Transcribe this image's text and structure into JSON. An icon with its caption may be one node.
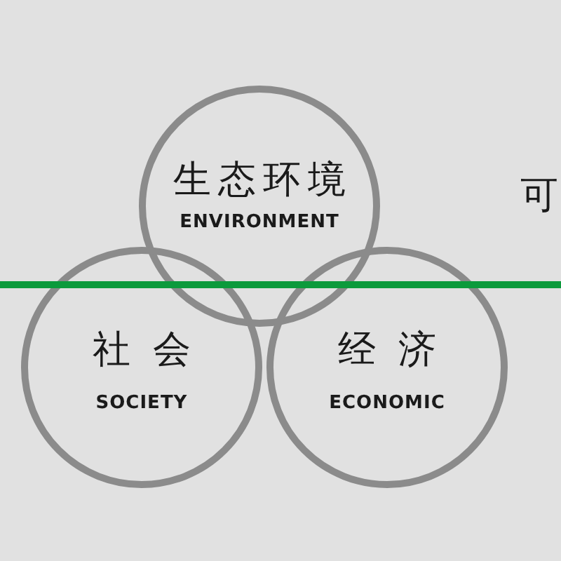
{
  "diagram": {
    "nodes": [
      {
        "text": [
          "生态环境",
          "ENVIRONMENT"
        ]
      },
      {
        "text": [
          "社会",
          "SOCIETY"
        ]
      },
      {
        "text": [
          "经济",
          "ECONOMIC"
        ]
      }
    ],
    "labels": [
      "可"
    ]
  }
}
